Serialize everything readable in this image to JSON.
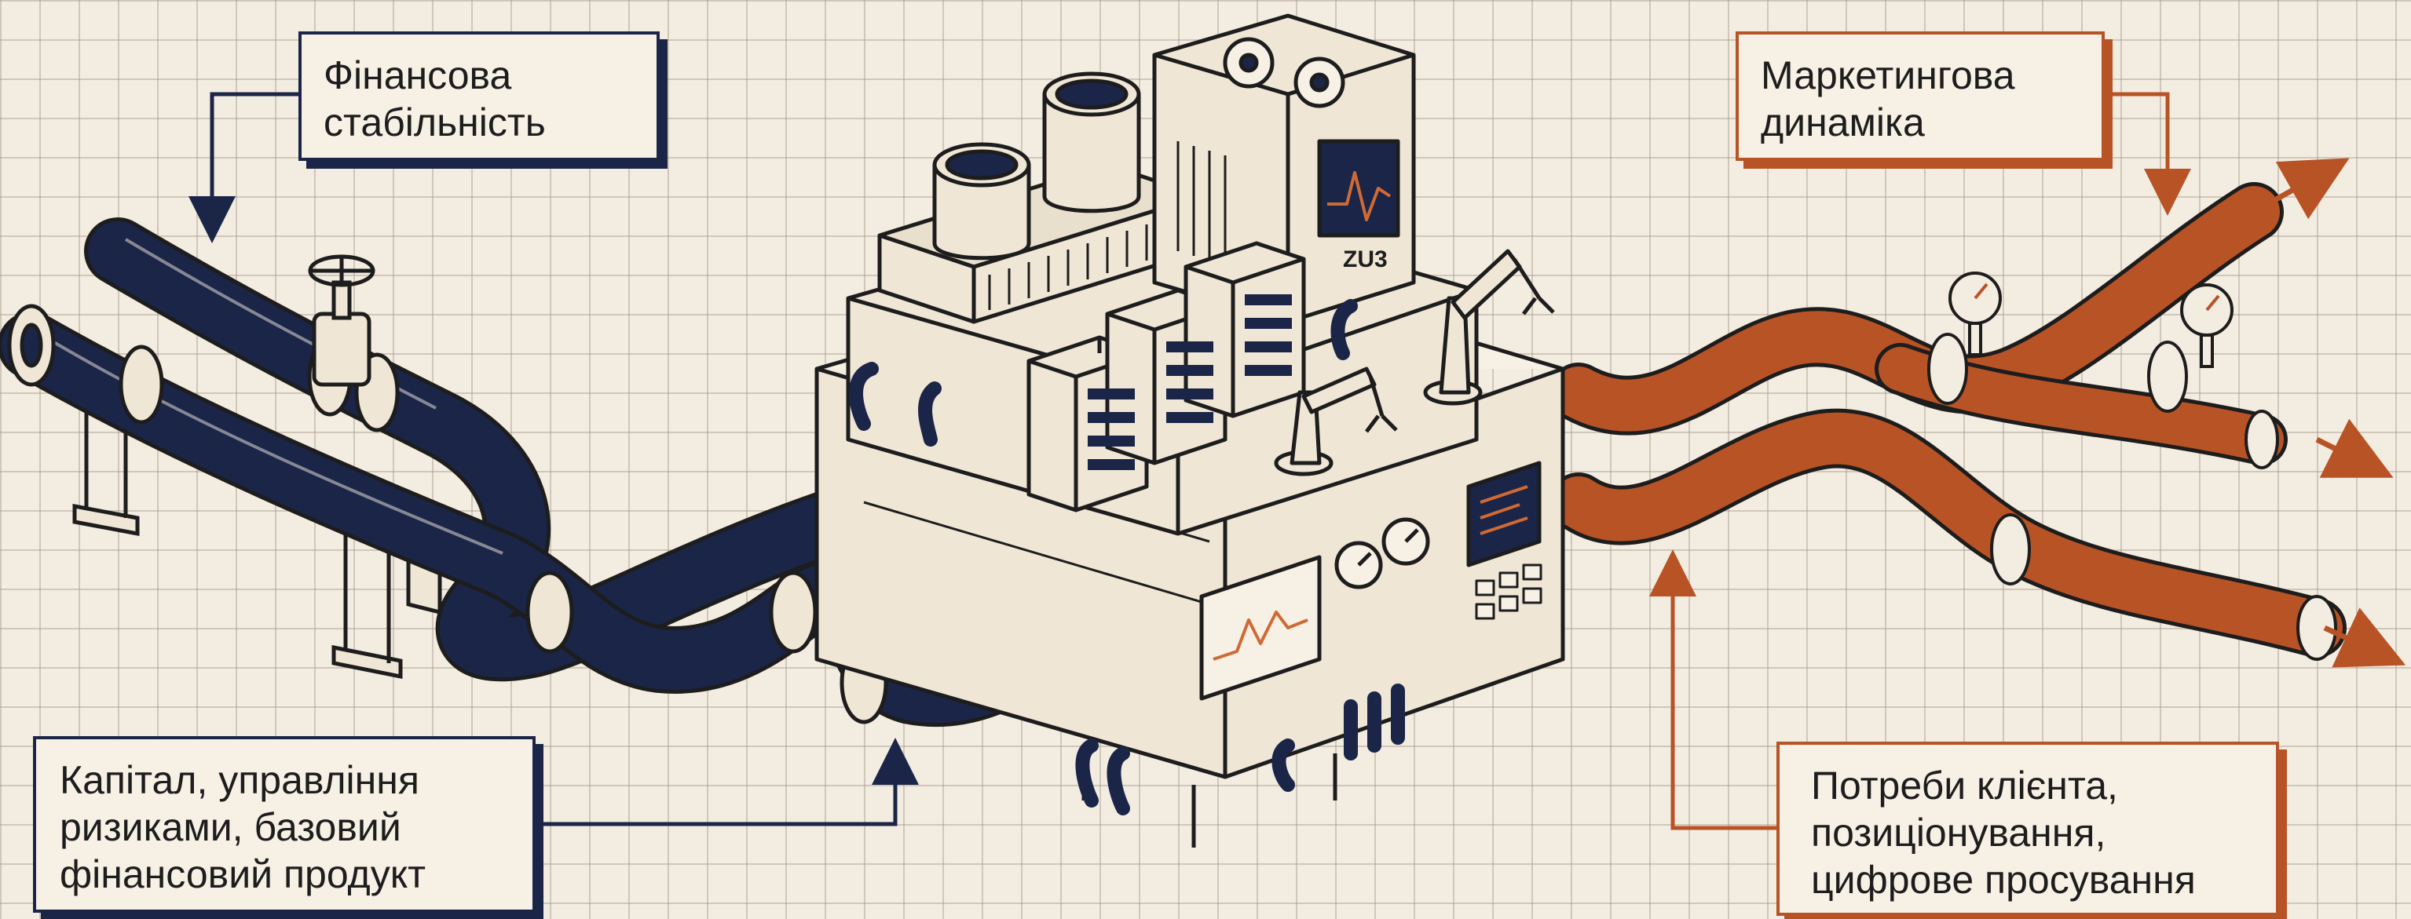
{
  "labels": {
    "financial_stability": [
      "Фінансова",
      "стабільність"
    ],
    "marketing_dynamics": [
      "Маркетингова",
      "динаміка"
    ],
    "capital": [
      "Капітал, управління",
      "ризиками, базовий",
      "фінансовий продукт"
    ],
    "client_needs": [
      "Потреби клієнта,",
      "позиціонування,",
      "цифрове просування"
    ]
  },
  "machine_badge": "ZU3",
  "colors": {
    "background": "#f3ece0",
    "grid": "#b3a998",
    "navy": "#1a2548",
    "rust": "#b85326",
    "machine_face": "#efe6d6",
    "outline": "#1d1d1d"
  },
  "icons": [
    "valve-wheel-icon",
    "pressure-gauge-icon",
    "robotic-arm-icon",
    "cooling-fan-icon",
    "oscilloscope-icon",
    "server-rack-icon"
  ]
}
